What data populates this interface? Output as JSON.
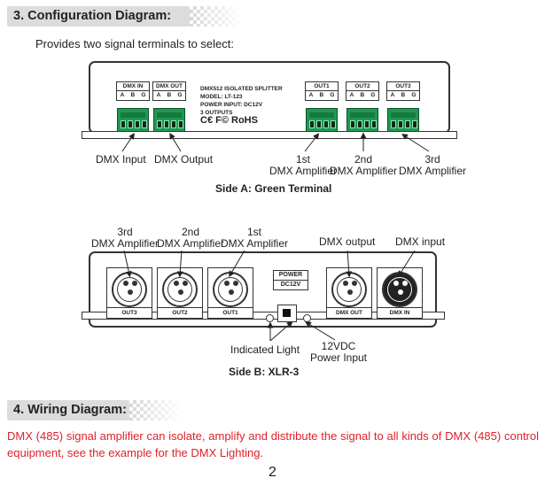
{
  "section3": {
    "title": "3.  Configuration Diagram:",
    "intro": "Provides two signal terminals to select:"
  },
  "sideA": {
    "terminals": [
      {
        "label": "DMX IN",
        "pins": "A B G"
      },
      {
        "label": "DMX OUT",
        "pins": "A B G"
      },
      {
        "label": "OUT1",
        "pins": "A B G"
      },
      {
        "label": "OUT2",
        "pins": "A B G"
      },
      {
        "label": "OUT3",
        "pins": "A B G"
      }
    ],
    "specs": {
      "line1": "DMX512 ISOLATED SPLITTER",
      "line2": "MODEL: LT-123",
      "line3": "POWER INPUT: DC12V",
      "line4": "3 OUTPUTS"
    },
    "marks": "C€  F©    RoHS",
    "labels": {
      "dmx_input": "DMX Input",
      "dmx_output": "DMX Output",
      "amp1_l1": "1st",
      "amp1_l2": "DMX Amplifier",
      "amp2_l1": "2nd",
      "amp2_l2": "DMX Amplifier",
      "amp3_l1": "3rd",
      "amp3_l2": "DMX Amplifier"
    },
    "caption": "Side A: Green Terminal"
  },
  "sideB": {
    "labels": {
      "amp3_l1": "3rd",
      "amp3_l2": "DMX Amplifier",
      "amp2_l1": "2nd",
      "amp2_l2": "DMX Amplifier",
      "amp1_l1": "1st",
      "amp1_l2": "DMX Amplifier",
      "dmx_output": "DMX output",
      "dmx_input": "DMX input",
      "indicated_light": "Indicated Light",
      "power_l1": "12VDC",
      "power_l2": "Power Input"
    },
    "ports": {
      "out3": "OUT3",
      "out2": "OUT2",
      "out1": "OUT1",
      "dmx_out": "DMX OUT",
      "dmx_in": "DMX IN"
    },
    "power_box": {
      "line1": "POWER",
      "line2": "DC12V"
    },
    "caption": "Side B: XLR-3"
  },
  "section4": {
    "title": "4.  Wiring Diagram:",
    "text": "DMX (485) signal amplifier can isolate, amplify and distribute the signal to all kinds of DMX (485) control equipment, see the example for the DMX Lighting."
  },
  "page_number": "2",
  "colors": {
    "accent_red": "#e0202a",
    "terminal_green": "#1d9a52",
    "header_gray": "#dcdcdc"
  }
}
